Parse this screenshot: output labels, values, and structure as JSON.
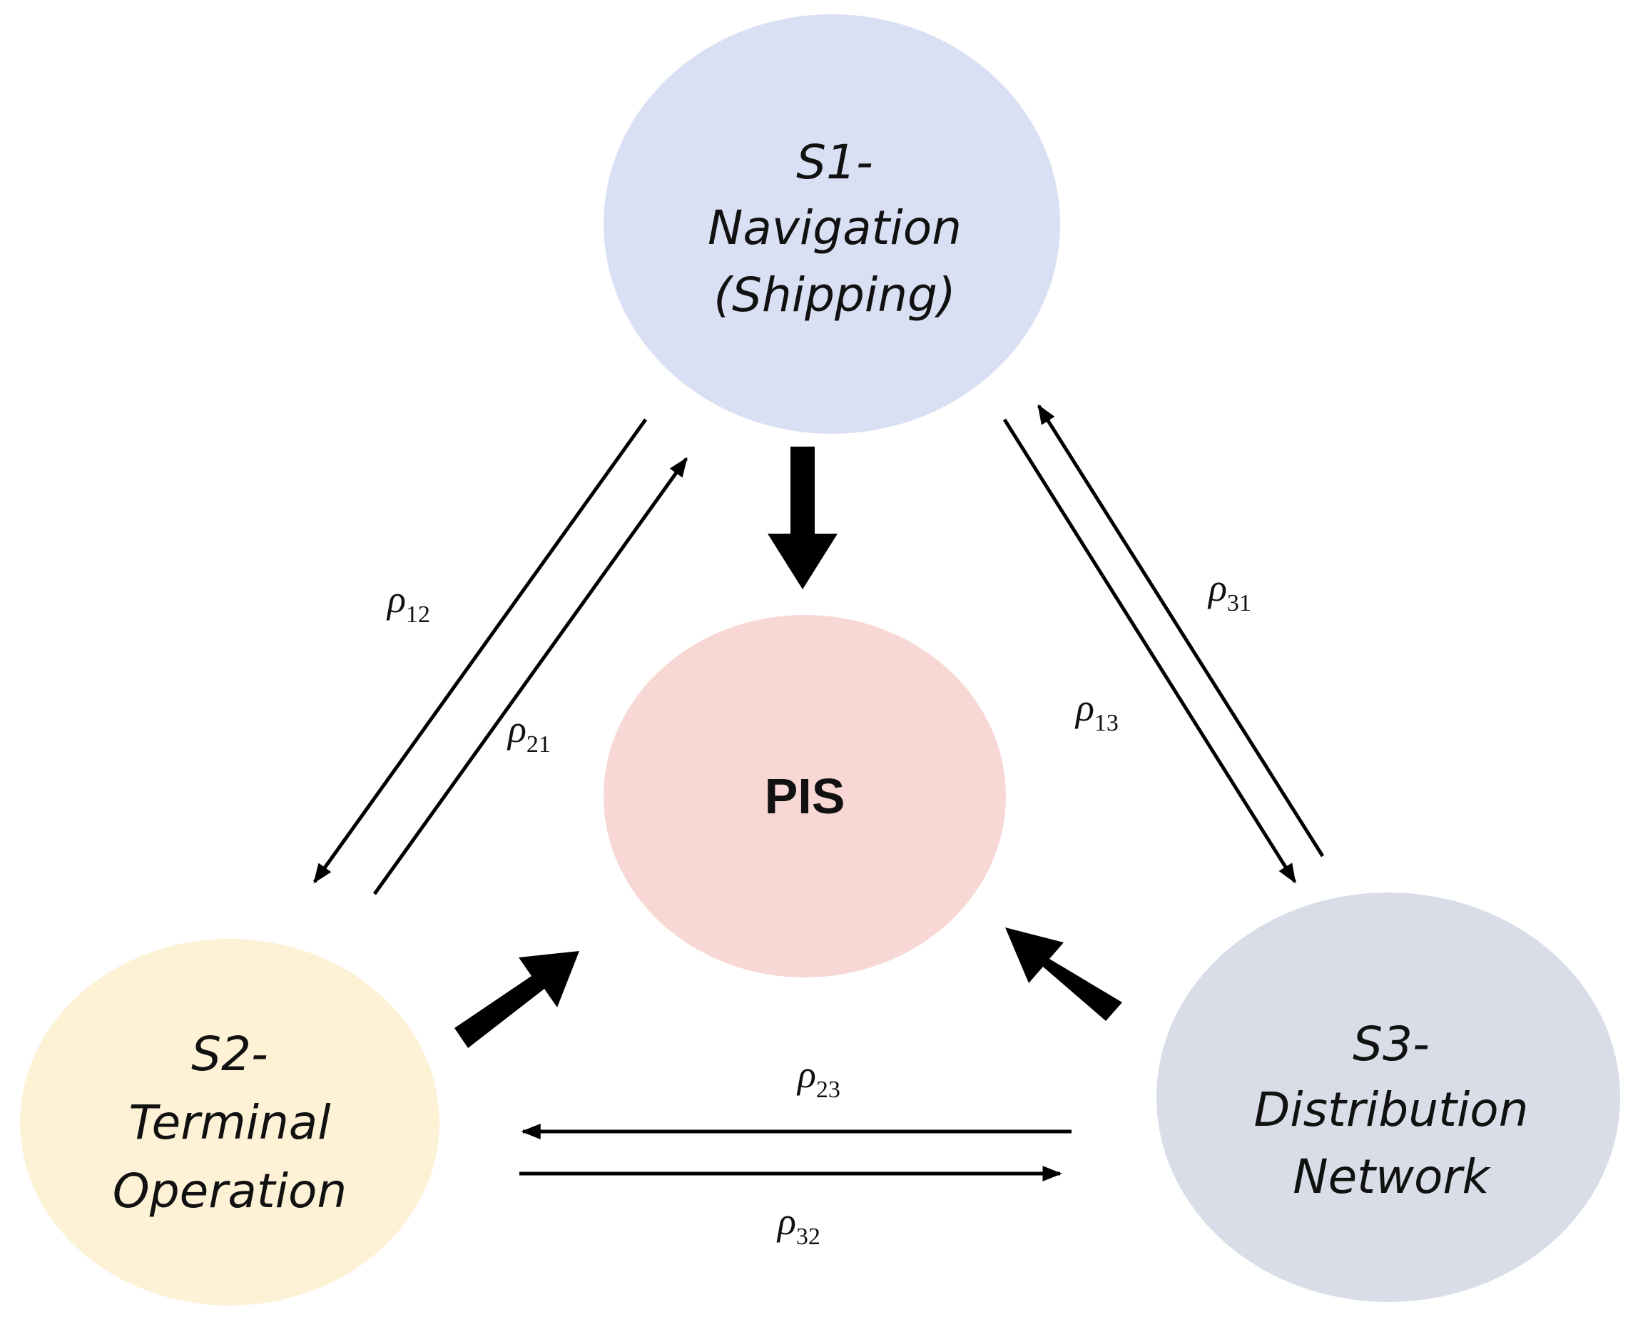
{
  "nodes": {
    "s1": {
      "lines": [
        "S1-",
        "Navigation",
        "(Shipping)"
      ],
      "color": "#dae0f4"
    },
    "s2": {
      "lines": [
        "S2-",
        "Terminal",
        "Operation"
      ],
      "color": "#fdf1d6"
    },
    "s3": {
      "lines": [
        "S3-",
        "Distribution",
        "Network"
      ],
      "color": "#d8dde8"
    },
    "center": {
      "label": "PIS",
      "color": "#f7d8d4"
    }
  },
  "links": {
    "rho12": {
      "symbol": "ρ",
      "sub": "12"
    },
    "rho21": {
      "symbol": "ρ",
      "sub": "21"
    },
    "rho13": {
      "symbol": "ρ",
      "sub": "13"
    },
    "rho31": {
      "symbol": "ρ",
      "sub": "31"
    },
    "rho23": {
      "symbol": "ρ",
      "sub": "23"
    },
    "rho32": {
      "symbol": "ρ",
      "sub": "32"
    }
  }
}
